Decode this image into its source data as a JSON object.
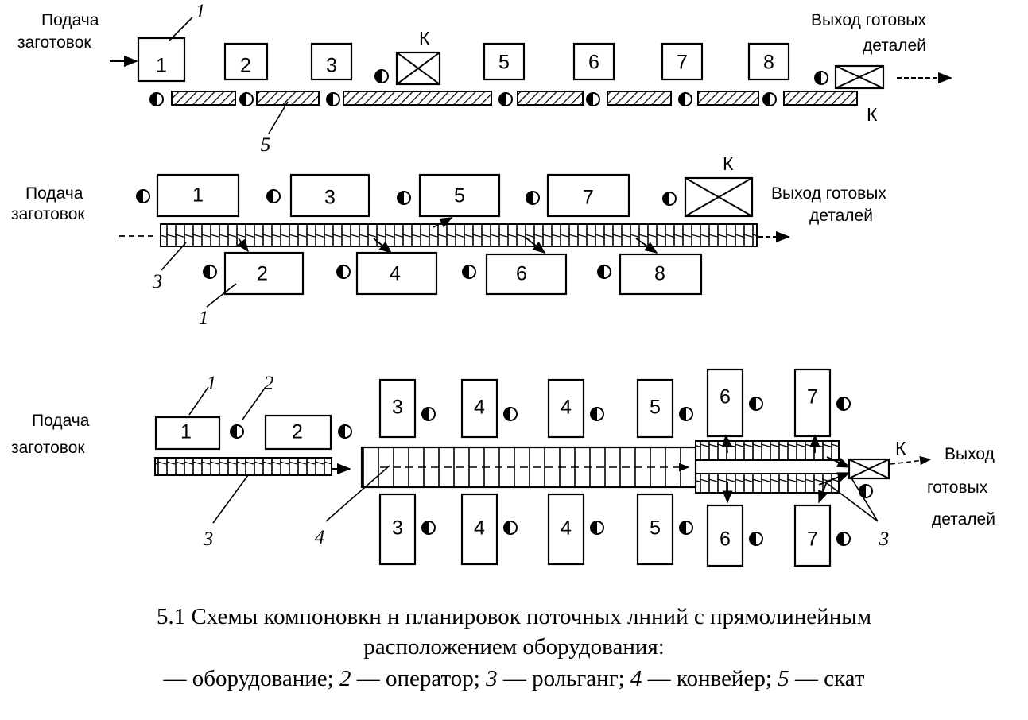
{
  "diagram1": {
    "input_label": [
      "Подача",
      "заготовок"
    ],
    "output_label": [
      "Выход готовых",
      "деталей"
    ],
    "stations": [
      "1",
      "2",
      "3",
      "5",
      "6",
      "7",
      "8"
    ],
    "control_label": "К",
    "callouts": [
      "1",
      "5"
    ]
  },
  "diagram2": {
    "input_label": [
      "Подача",
      "заготовок"
    ],
    "output_label": [
      "Выход готовых",
      "деталей"
    ],
    "top_stations": [
      "1",
      "3",
      "5",
      "7"
    ],
    "bottom_stations": [
      "2",
      "4",
      "6",
      "8"
    ],
    "control_label": "К",
    "callouts": [
      "3",
      "1"
    ]
  },
  "diagram3": {
    "input_label": [
      "Подача",
      "заготовок"
    ],
    "output_label": [
      "Выход",
      "готовых",
      "деталей"
    ],
    "entry_stations": [
      "1",
      "2"
    ],
    "top_stations": [
      "3",
      "4",
      "4",
      "5",
      "6",
      "7"
    ],
    "bottom_stations": [
      "3",
      "4",
      "4",
      "5",
      "6",
      "7"
    ],
    "control_label": "К",
    "callouts": [
      "1",
      "2",
      "3",
      "4",
      "3"
    ]
  },
  "caption": {
    "prefix": "5.1",
    "line1": "Схемы компоновкн н планировок поточных лнний с прямолинейным",
    "line2": "расположением оборудования:",
    "legend": [
      {
        "num": "",
        "text": "— оборудование;"
      },
      {
        "num": "2",
        "text": " — оператор;"
      },
      {
        "num": "3",
        "text": " — рольганг;"
      },
      {
        "num": "4",
        "text": " — конвейер;"
      },
      {
        "num": "5",
        "text": " — скат"
      }
    ]
  }
}
